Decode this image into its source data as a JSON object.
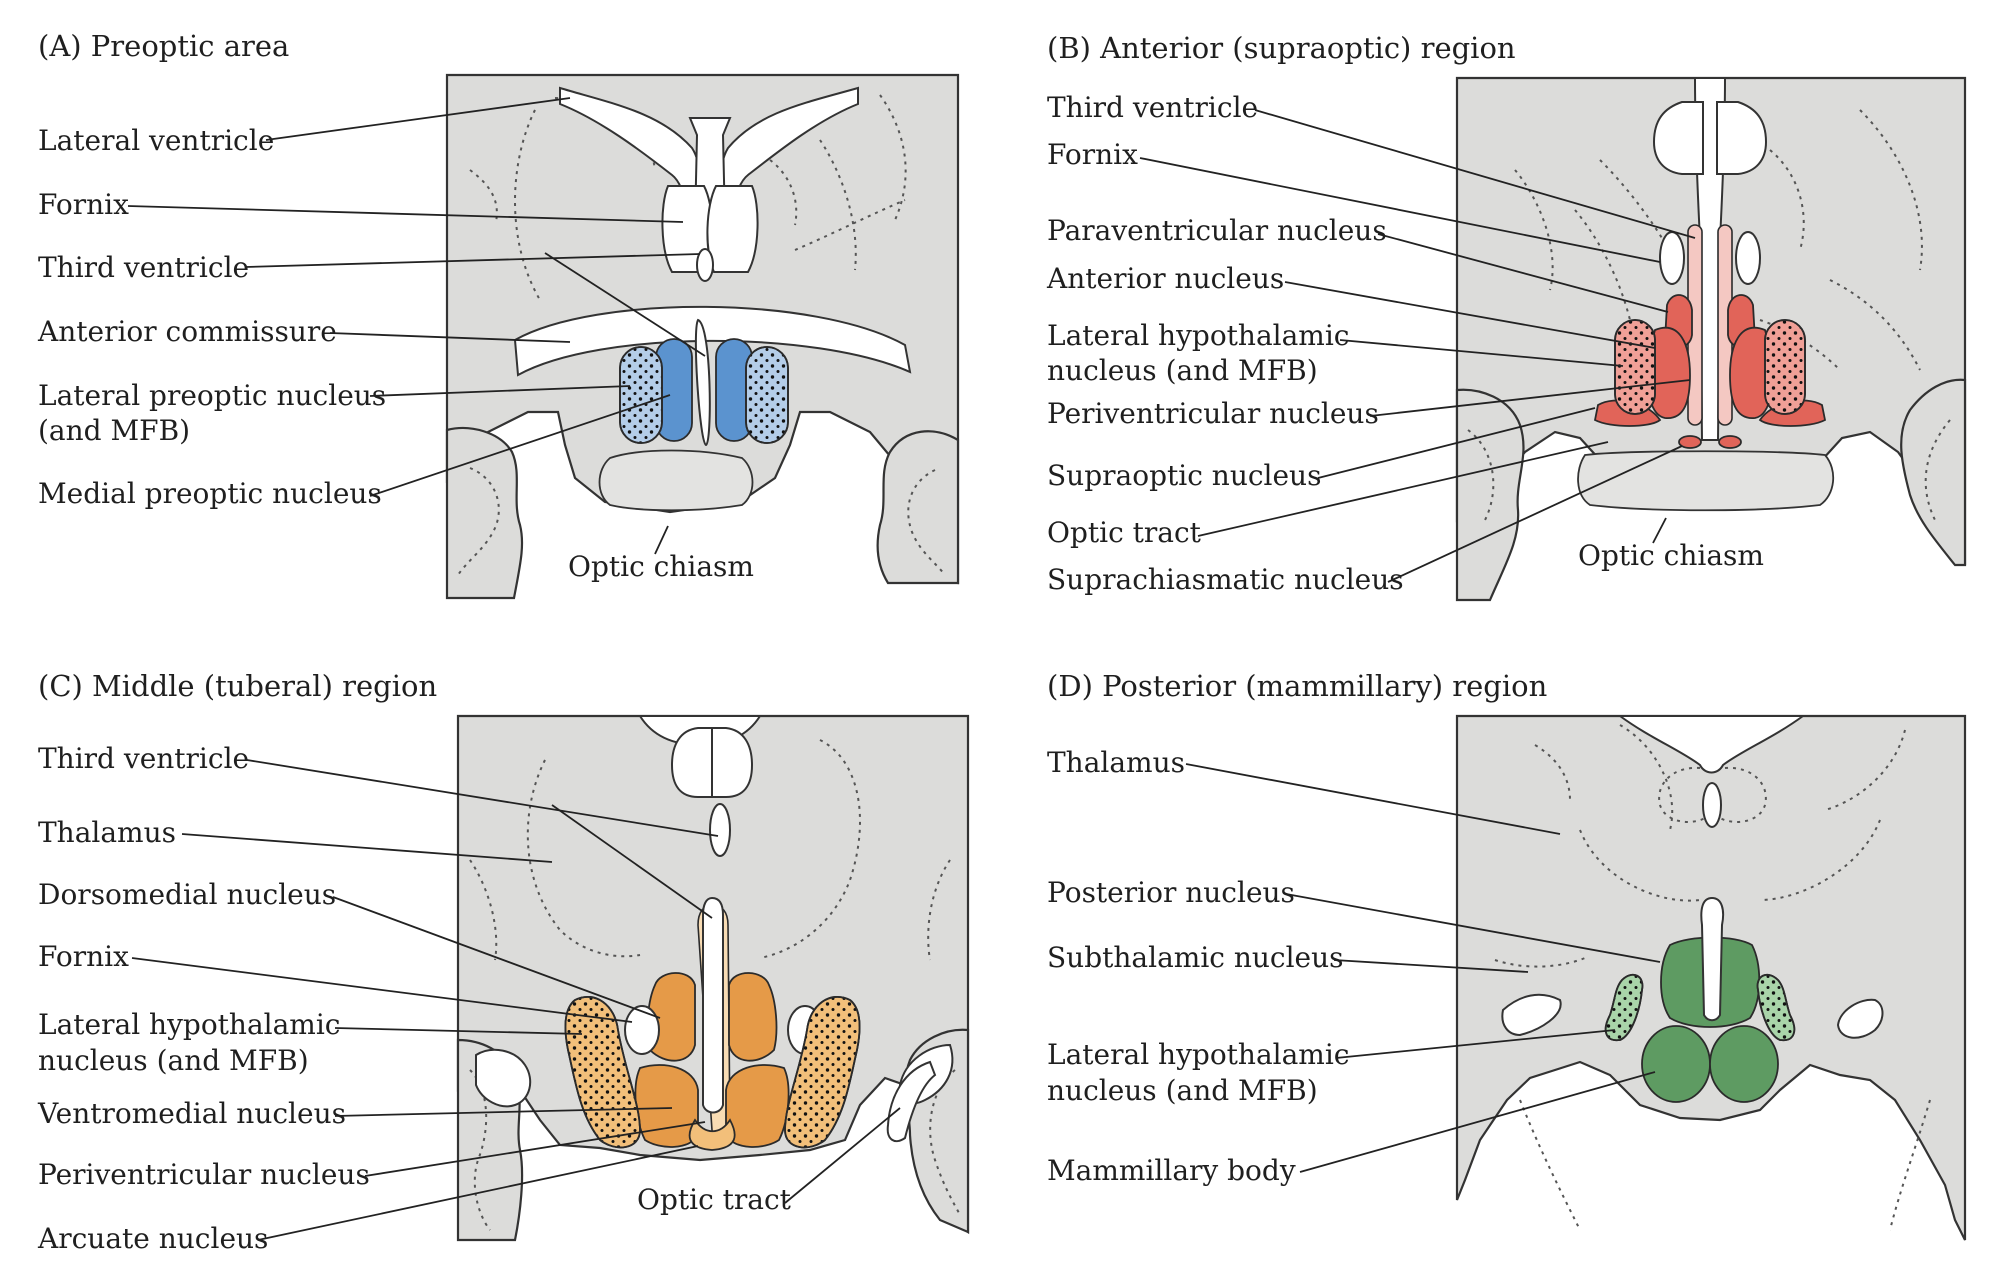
{
  "panels": {
    "a": {
      "title": "(A)  Preoptic area",
      "labels": {
        "lateral_ventricle": "Lateral ventricle",
        "fornix": "Fornix",
        "third_ventricle": "Third ventricle",
        "anterior_commissure": "Anterior commissure",
        "lateral_preoptic_1": "Lateral preoptic nucleus",
        "lateral_preoptic_2": "(and MFB)",
        "medial_preoptic": "Medial preoptic nucleus",
        "optic_chiasm": "Optic chiasm"
      }
    },
    "b": {
      "title": "(B)  Anterior (supraoptic) region",
      "labels": {
        "third_ventricle": "Third ventricle",
        "fornix": "Fornix",
        "paraventricular": "Paraventricular nucleus",
        "anterior": "Anterior nucleus",
        "lateral_hypothalamic_1": "Lateral hypothalamic",
        "lateral_hypothalamic_2": "nucleus (and MFB)",
        "periventricular": "Periventricular nucleus",
        "supraoptic": "Supraoptic nucleus",
        "optic_tract": "Optic tract",
        "suprachiasmatic": "Suprachiasmatic nucleus",
        "optic_chiasm": "Optic chiasm"
      }
    },
    "c": {
      "title": "(C)  Middle (tuberal) region",
      "labels": {
        "third_ventricle": "Third ventricle",
        "thalamus": "Thalamus",
        "dorsomedial": "Dorsomedial nucleus",
        "fornix": "Fornix",
        "lateral_hypothalamic_1": "Lateral hypothalamic",
        "lateral_hypothalamic_2": "nucleus (and MFB)",
        "ventromedial": "Ventromedial nucleus",
        "periventricular": "Periventricular nucleus",
        "arcuate": "Arcuate nucleus",
        "optic_tract": "Optic tract"
      }
    },
    "d": {
      "title": "(D)  Posterior (mammillary) region",
      "labels": {
        "thalamus": "Thalamus",
        "posterior": "Posterior nucleus",
        "subthalamic": "Subthalamic nucleus",
        "lateral_hypothalamic_1": "Lateral hypothalamic",
        "lateral_hypothalamic_2": "nucleus (and MFB)",
        "mammillary": "Mammillary body"
      }
    }
  },
  "colors": {
    "preoptic": "#5b93cf",
    "anterior": "#e16459",
    "tuberal": "#e59a48",
    "posterior": "#5e9b62",
    "tissue": "#dcdcda"
  }
}
